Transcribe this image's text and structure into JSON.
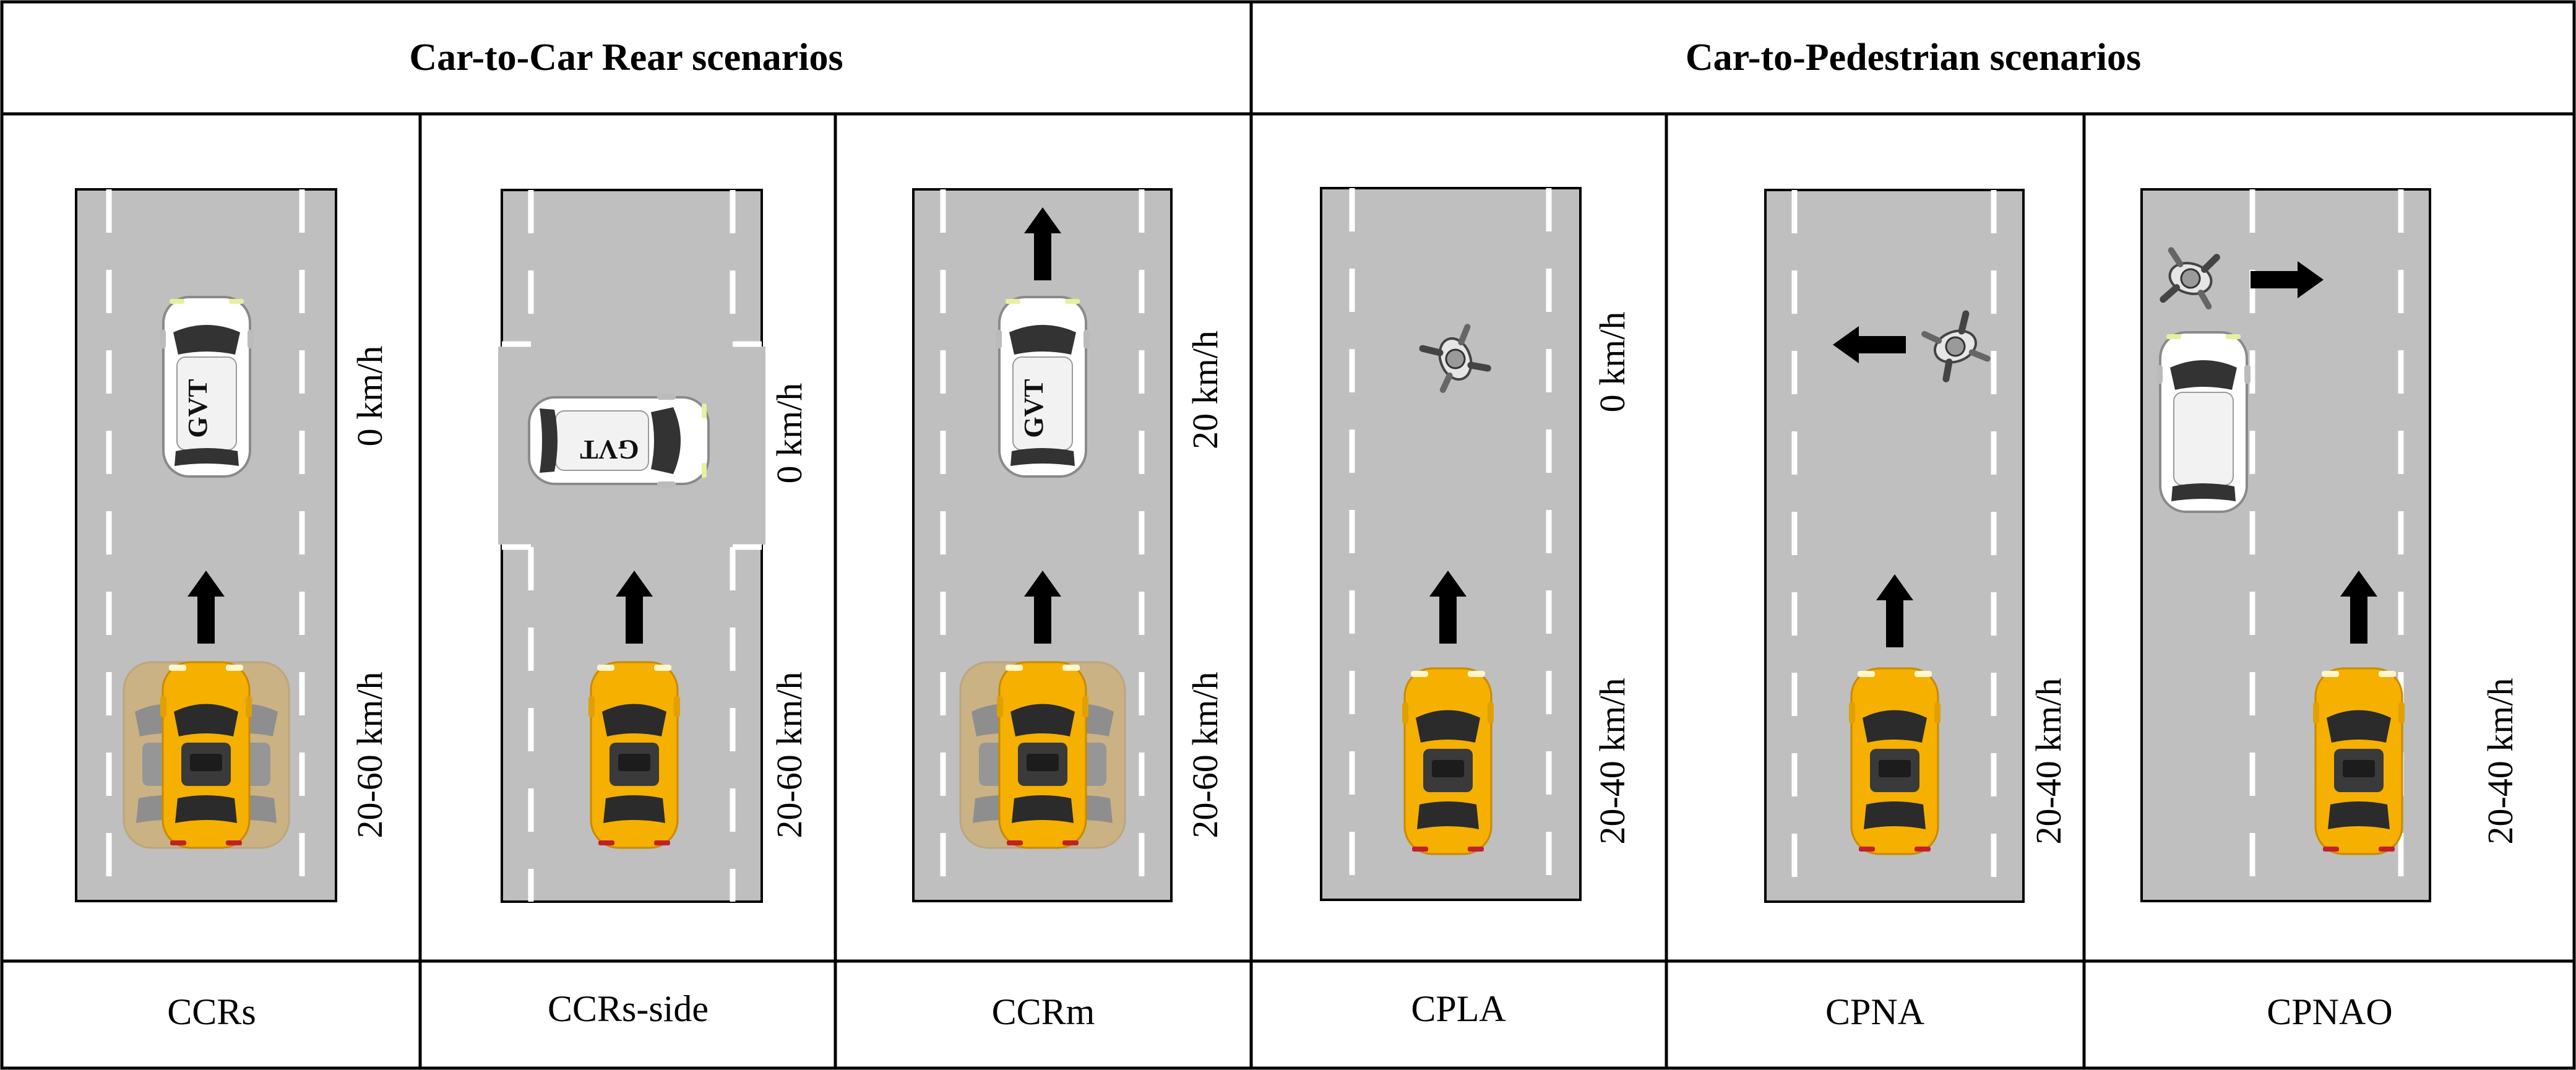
{
  "headers": {
    "car_to_car": "Car-to-Car Rear scenarios",
    "car_to_pedestrian": "Car-to-Pedestrian scenarios"
  },
  "scenarios": [
    {
      "label": "CCRs",
      "ego_speed": "20-60 km/h",
      "target_speed": "0 km/h",
      "target_text": "GVT"
    },
    {
      "label": "CCRs-side",
      "ego_speed": "20-60 km/h",
      "target_speed": "0 km/h",
      "target_text": "GVT"
    },
    {
      "label": "CCRm",
      "ego_speed": "20-60 km/h",
      "target_speed": "20 km/h",
      "target_text": "GVT"
    },
    {
      "label": "CPLA",
      "ego_speed": "20-40 km/h",
      "target_speed": "0 km/h"
    },
    {
      "label": "CPNA",
      "ego_speed": "20-40 km/h"
    },
    {
      "label": "CPNAO",
      "ego_speed": "20-40 km/h"
    }
  ],
  "colors": {
    "road": "#bfbfbf",
    "lane_marking": "#ffffff",
    "ego_car": "#f5b000",
    "target_car": "#ffffff",
    "arrow": "#000000"
  }
}
